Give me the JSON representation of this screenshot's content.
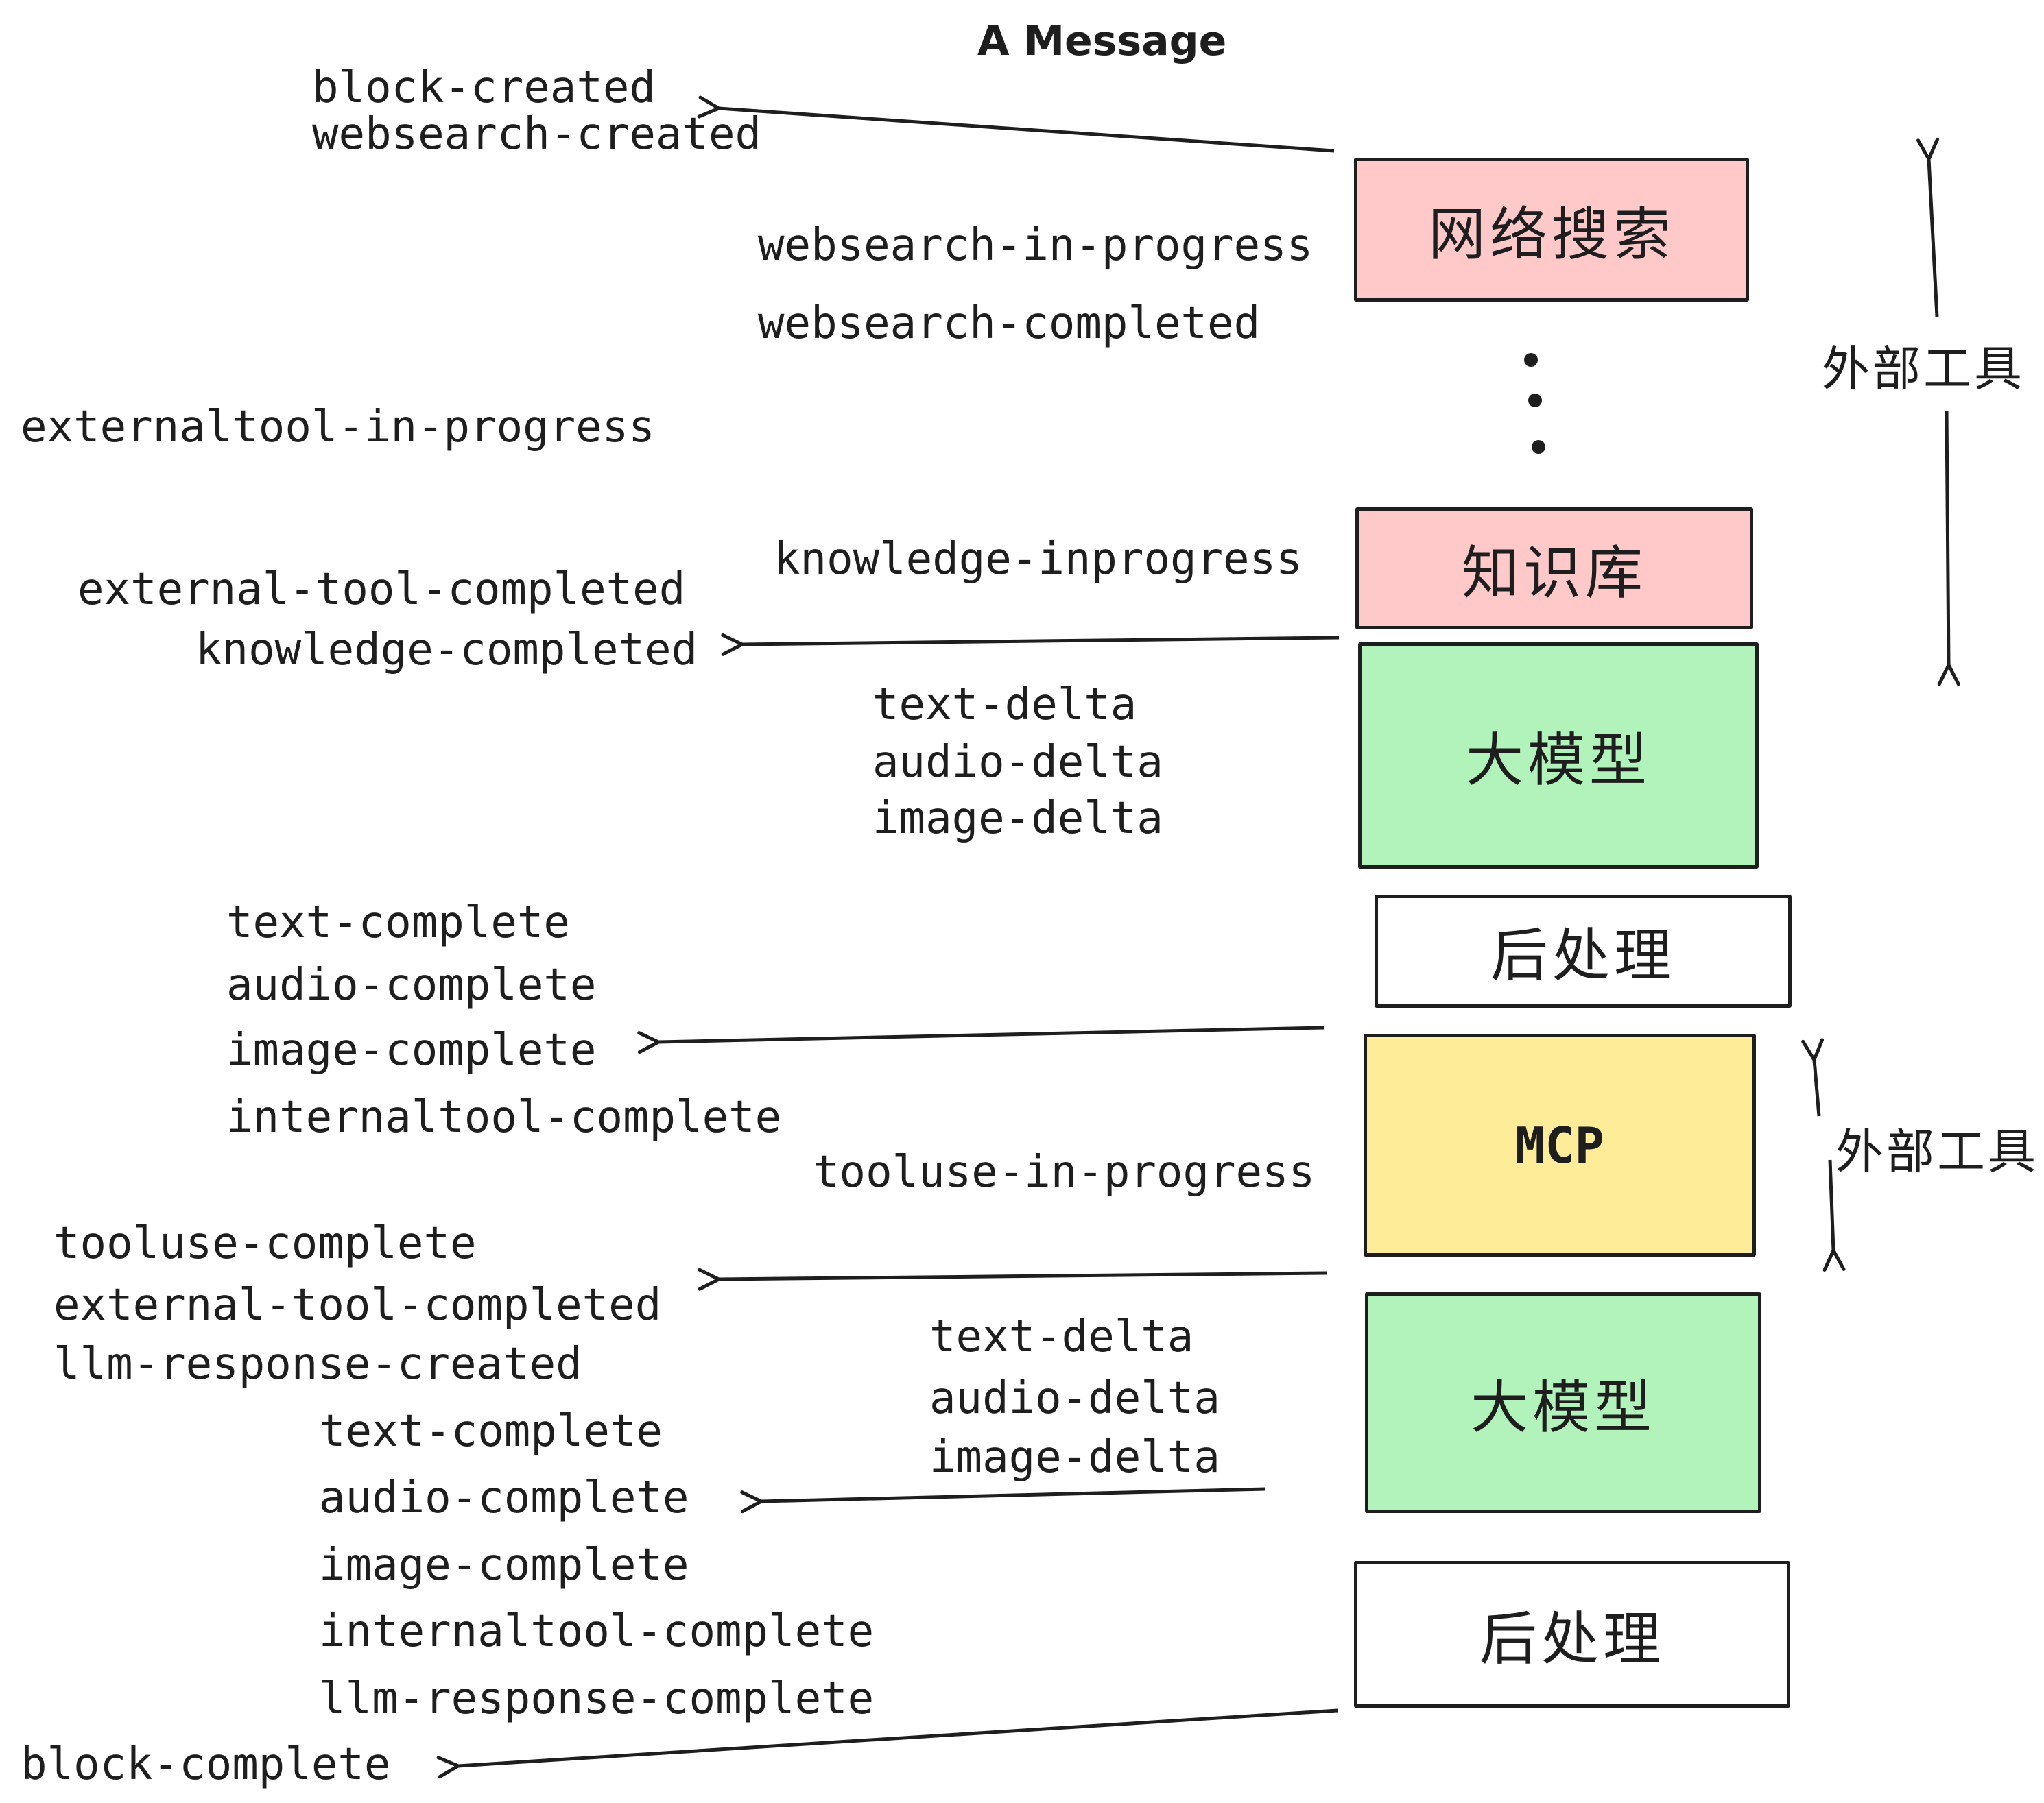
{
  "title": "A Message",
  "colors": {
    "stroke": "#1e1e1e",
    "background": "#ffffff",
    "box_pink": "#ffc9c9",
    "box_green": "#b2f2bb",
    "box_yellow": "#ffec99",
    "box_white": "#ffffff"
  },
  "boxes": [
    {
      "id": "websearch",
      "label": "网络搜索",
      "fill": "#ffc9c9"
    },
    {
      "id": "knowledge",
      "label": "知识库",
      "fill": "#ffc9c9"
    },
    {
      "id": "llm-1",
      "label": "大模型",
      "fill": "#b2f2bb"
    },
    {
      "id": "postprocess-1",
      "label": "后处理",
      "fill": "#ffffff"
    },
    {
      "id": "mcp",
      "label": "MCP",
      "fill": "#ffec99"
    },
    {
      "id": "llm-2",
      "label": "大模型",
      "fill": "#b2f2bb"
    },
    {
      "id": "postprocess-2",
      "label": "后处理",
      "fill": "#ffffff"
    }
  ],
  "side_labels": [
    {
      "text": "外部工具"
    },
    {
      "text": "外部工具"
    }
  ],
  "events": [
    {
      "text": "block-created"
    },
    {
      "text": "websearch-created"
    },
    {
      "text": "websearch-in-progress"
    },
    {
      "text": "websearch-completed"
    },
    {
      "text": "externaltool-in-progress"
    },
    {
      "text": "knowledge-inprogress"
    },
    {
      "text": "external-tool-completed"
    },
    {
      "text": "knowledge-completed"
    },
    {
      "text": "text-delta"
    },
    {
      "text": "audio-delta"
    },
    {
      "text": "image-delta"
    },
    {
      "text": "text-complete"
    },
    {
      "text": "audio-complete"
    },
    {
      "text": "image-complete"
    },
    {
      "text": "internaltool-complete"
    },
    {
      "text": "tooluse-in-progress"
    },
    {
      "text": "tooluse-complete"
    },
    {
      "text": "external-tool-completed"
    },
    {
      "text": "llm-response-created"
    },
    {
      "text": "text-delta"
    },
    {
      "text": "audio-delta"
    },
    {
      "text": "image-delta"
    },
    {
      "text": "text-complete"
    },
    {
      "text": "audio-complete"
    },
    {
      "text": "image-complete"
    },
    {
      "text": "internaltool-complete"
    },
    {
      "text": "llm-response-complete"
    },
    {
      "text": "block-complete"
    }
  ]
}
